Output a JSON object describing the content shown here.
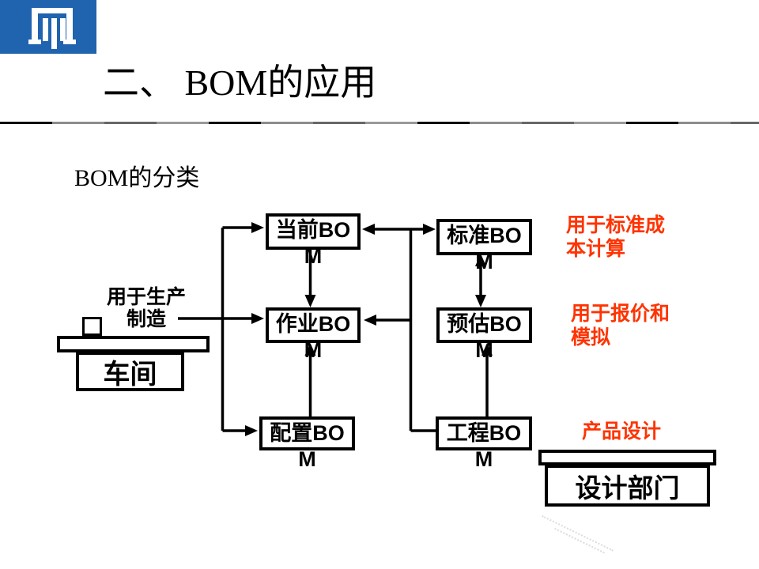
{
  "slide": {
    "title": "二、 BOM的应用",
    "subtitle": "BOM的分类"
  },
  "logo": {
    "name": "company-logo",
    "color": "#2063AE"
  },
  "colors": {
    "annotation_red": "#FF3300",
    "logo_blue": "#2063AE",
    "line_black": "#000000"
  },
  "diagram": {
    "boxes": [
      {
        "id": "current-bom",
        "line1": "当前BO",
        "line2": "M"
      },
      {
        "id": "standard-bom",
        "line1": "标准BO",
        "line2": "M"
      },
      {
        "id": "operation-bom",
        "line1": "作业BO",
        "line2": "M"
      },
      {
        "id": "estimate-bom",
        "line1": "预估BO",
        "line2": "M"
      },
      {
        "id": "config-bom",
        "line1": "配置BO",
        "line2": "M"
      },
      {
        "id": "engineering-bom",
        "line1": "工程BO",
        "line2": "M"
      }
    ],
    "annotations": {
      "production": {
        "line1": "用于生产",
        "line2": "制造"
      },
      "standard_cost": {
        "line1": "用于标准成",
        "line2": "本计算"
      },
      "quotation": {
        "line1": "用于报价和",
        "line2": "模拟"
      },
      "product_design": "产品设计"
    },
    "entities": {
      "workshop": "车间",
      "design_dept": "设计部门"
    }
  }
}
